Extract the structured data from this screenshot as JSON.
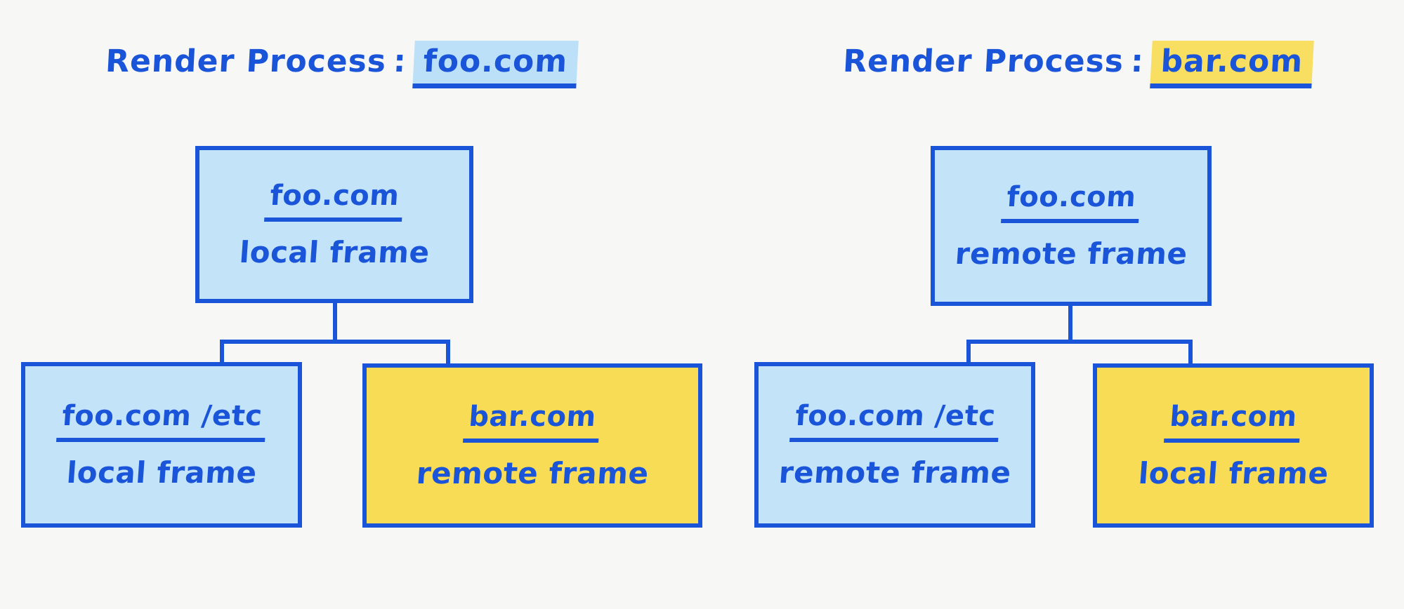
{
  "page": {
    "background_color": "#F7F7F5",
    "ink_color": "#1A54D8",
    "blue_fill": "#C2E3F8",
    "yellow_fill": "#F8DC55",
    "blue_highlight": "#BCE0F7",
    "yellow_highlight": "#F8DF62"
  },
  "diagrams": [
    {
      "title": {
        "label": "Render Process",
        "separator": ":",
        "host": "foo.com",
        "highlight": "blue"
      },
      "root": {
        "host": "foo.com",
        "kind": "local frame",
        "fill": "blue"
      },
      "children": [
        {
          "host": "foo.com /etc",
          "kind": "local frame",
          "fill": "blue"
        },
        {
          "host": "bar.com",
          "kind": "remote frame",
          "fill": "yellow"
        }
      ]
    },
    {
      "title": {
        "label": "Render Process",
        "separator": ":",
        "host": "bar.com",
        "highlight": "yellow"
      },
      "root": {
        "host": "foo.com",
        "kind": "remote frame",
        "fill": "blue"
      },
      "children": [
        {
          "host": "foo.com /etc",
          "kind": "remote frame",
          "fill": "blue"
        },
        {
          "host": "bar.com",
          "kind": "local frame",
          "fill": "yellow"
        }
      ]
    }
  ]
}
